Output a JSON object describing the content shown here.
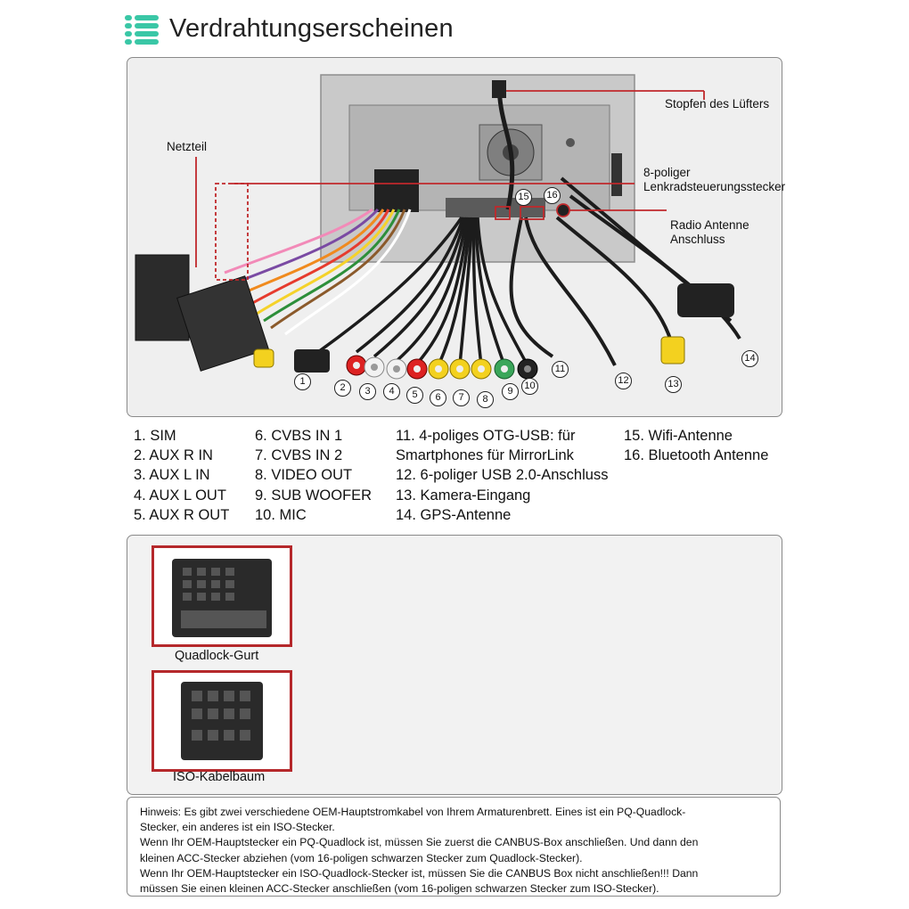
{
  "header": {
    "title": "Verdrahtungserscheinen",
    "icon": "list-icon",
    "icon_color": "#3ac7a6"
  },
  "diagram_top": {
    "labels": {
      "netzteil": "Netzteil",
      "fan_plug": "Stopfen des Lüfters",
      "steering_line1": "8-poliger",
      "steering_line2": "Lenkradsteuerungsstecker",
      "radio_line1": "Radio Antenne",
      "radio_line2": "Anschluss"
    },
    "numbers": [
      "1",
      "2",
      "3",
      "4",
      "5",
      "6",
      "7",
      "8",
      "9",
      "10",
      "11",
      "12",
      "13",
      "14",
      "15",
      "16"
    ]
  },
  "legend": {
    "col1": [
      "1. SIM",
      "2. AUX R IN",
      "3. AUX L IN",
      "4. AUX L OUT",
      "5. AUX R OUT"
    ],
    "col2": [
      "6. CVBS IN 1",
      "7. CVBS IN 2",
      "8. VIDEO OUT",
      "9. SUB WOOFER",
      "10. MIC"
    ],
    "col3": [
      "11. 4-poliges OTG-USB: für",
      "Smartphones für MirrorLink",
      "12. 6-poliger USB 2.0-Anschluss",
      "13. Kamera-Eingang",
      "14. GPS-Antenne"
    ],
    "col4": [
      "15. Wifi-Antenne",
      "16. Bluetooth Antenne"
    ]
  },
  "diagram_bottom": {
    "quadlock_label": "Quadlock-Gurt",
    "iso_label": "ISO-Kabelbaum"
  },
  "note": {
    "lines": [
      "Hinweis: Es gibt zwei verschiedene OEM-Hauptstromkabel von Ihrem Armaturenbrett. Eines ist ein PQ-Quadlock-",
      "Stecker, ein anderes ist ein ISO-Stecker.",
      "Wenn Ihr OEM-Hauptstecker ein PQ-Quadlock ist, müssen Sie zuerst die CANBUS-Box anschließen. Und dann den",
      "kleinen ACC-Stecker abziehen (vom 16-poligen schwarzen Stecker zum Quadlock-Stecker).",
      "Wenn Ihr OEM-Hauptstecker ein ISO-Quadlock-Stecker ist, müssen Sie die CANBUS Box nicht anschließen!!! Dann",
      "müssen Sie einen kleinen ACC-Stecker anschließen (vom 16-poligen schwarzen Stecker zum ISO-Stecker)."
    ]
  },
  "colors": {
    "callout_red": "#c0282b",
    "accent_teal": "#3ac7a6"
  }
}
